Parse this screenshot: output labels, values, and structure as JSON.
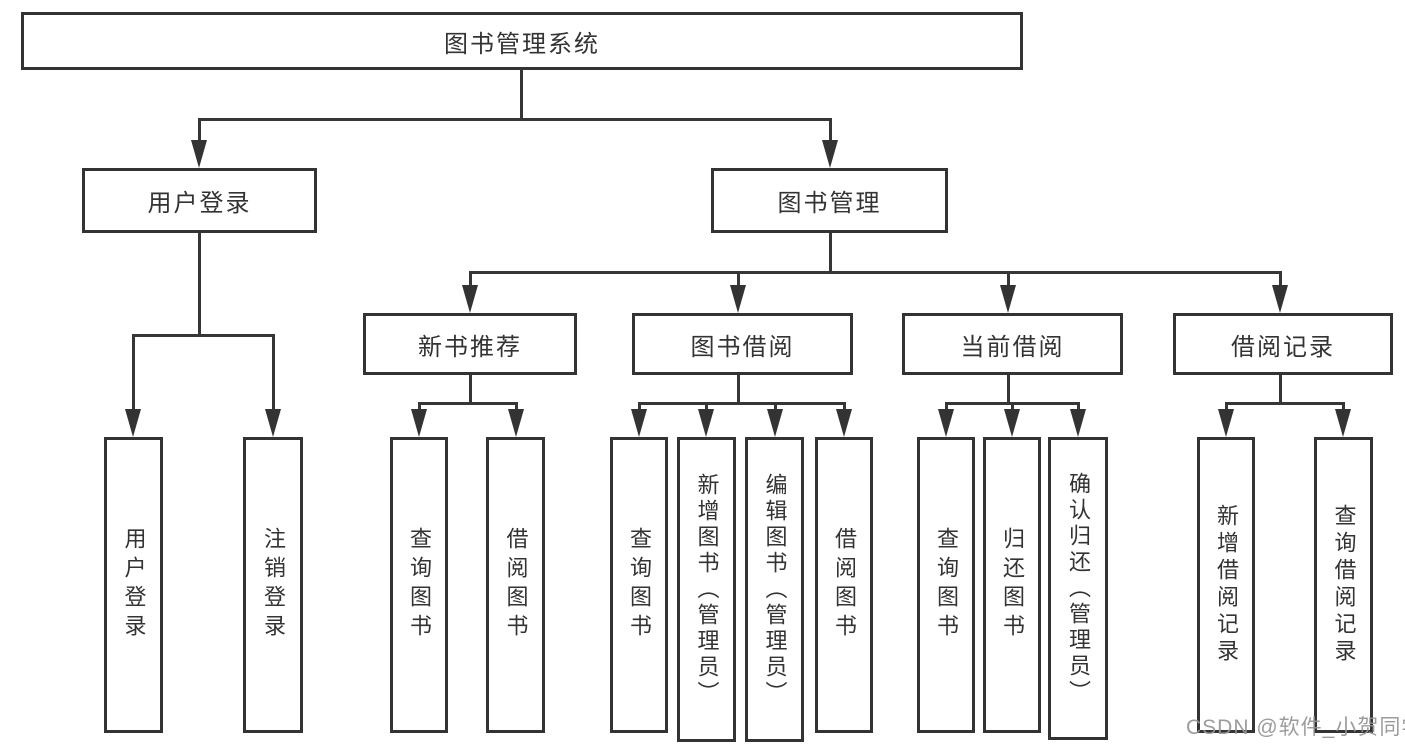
{
  "tree": {
    "label": "图书管理系统",
    "children": [
      {
        "label": "用户登录",
        "children": [
          {
            "label": "用户登录"
          },
          {
            "label": "注销登录"
          }
        ]
      },
      {
        "label": "图书管理",
        "children": [
          {
            "label": "新书推荐",
            "children": [
              {
                "label": "查询图书"
              },
              {
                "label": "借阅图书"
              }
            ]
          },
          {
            "label": "图书借阅",
            "children": [
              {
                "label": "查询图书"
              },
              {
                "label": "新增图书（管理员）"
              },
              {
                "label": "编辑图书（管理员）"
              },
              {
                "label": "借阅图书"
              }
            ]
          },
          {
            "label": "当前借阅",
            "children": [
              {
                "label": "查询图书"
              },
              {
                "label": "归还图书"
              },
              {
                "label": "确认归还（管理员）"
              }
            ]
          },
          {
            "label": "借阅记录",
            "children": [
              {
                "label": "新增借阅记录"
              },
              {
                "label": "查询借阅记录"
              }
            ]
          }
        ]
      }
    ]
  },
  "watermark": "CSDN @软件_小贺同学"
}
